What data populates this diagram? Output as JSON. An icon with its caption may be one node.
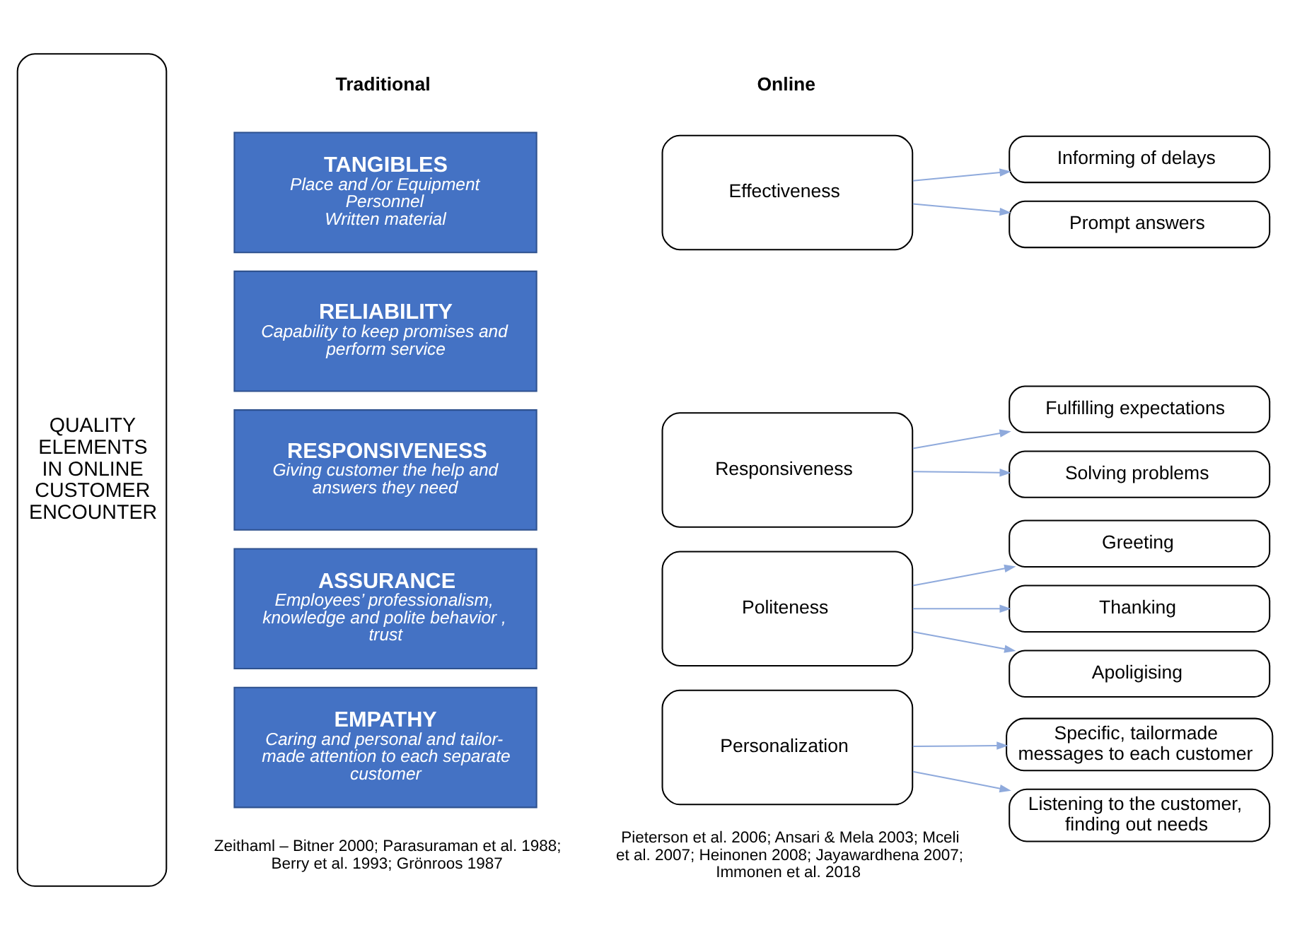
{
  "diagram": {
    "nodes": [
      {
        "text": [
          "QUALITY ELEMENTS IN ONLINE CUSTOMER ENCOUNTER"
        ]
      },
      {
        "text": [
          "TANGIBLES",
          "Place and /or Equipment",
          "Personnel",
          "Written material"
        ]
      },
      {
        "text": [
          "RELIABILITY",
          "Capability to keep promises and perform service"
        ]
      },
      {
        "text": [
          "RESPONSIVENESS",
          "Giving customer the help and answers they need"
        ]
      },
      {
        "text": [
          "ASSURANCE",
          "Employees’ professionalism, knowledge and polite behavior , trust"
        ]
      },
      {
        "text": [
          "EMPATHY",
          "Caring and personal and tailor-made attention to each separate customer"
        ]
      },
      {
        "text": [
          "Effectiveness"
        ]
      },
      {
        "text": [
          "Informing of delays"
        ]
      },
      {
        "text": [
          "Prompt answers"
        ]
      },
      {
        "text": [
          "Responsiveness"
        ]
      },
      {
        "text": [
          "Fulfilling expectations"
        ]
      },
      {
        "text": [
          "Solving problems"
        ]
      },
      {
        "text": [
          "Politeness"
        ]
      },
      {
        "text": [
          "Greeting"
        ]
      },
      {
        "text": [
          "Thanking"
        ]
      },
      {
        "text": [
          "Apoligising"
        ]
      },
      {
        "text": [
          "Personalization"
        ]
      },
      {
        "text": [
          "Specific, tailormade messages to each customer"
        ]
      },
      {
        "text": [
          "Listening to the customer, finding out needs"
        ]
      }
    ],
    "edges": [
      {
        "from": 6,
        "to": 7,
        "arrow": "to"
      },
      {
        "from": 6,
        "to": 8,
        "arrow": "to"
      },
      {
        "from": 9,
        "to": 10,
        "arrow": "to"
      },
      {
        "from": 9,
        "to": 11,
        "arrow": "to"
      },
      {
        "from": 12,
        "to": 13,
        "arrow": "to"
      },
      {
        "from": 12,
        "to": 14,
        "arrow": "to"
      },
      {
        "from": 12,
        "to": 15,
        "arrow": "to"
      },
      {
        "from": 16,
        "to": 17,
        "arrow": "to"
      },
      {
        "from": 16,
        "to": 18,
        "arrow": "to"
      }
    ],
    "labels": [
      "Traditional",
      "Online",
      "Zeithaml – Bitner 2000; Parasuraman et al. 1988; Berry et al. 1993; Grönroos 1987",
      "Pieterson et al. 2006; Ansari & Mela 2003; Mceli et al. 2007; Heinonen 2008; Jayawardhena 2007; Immonen et al. 2018"
    ]
  }
}
